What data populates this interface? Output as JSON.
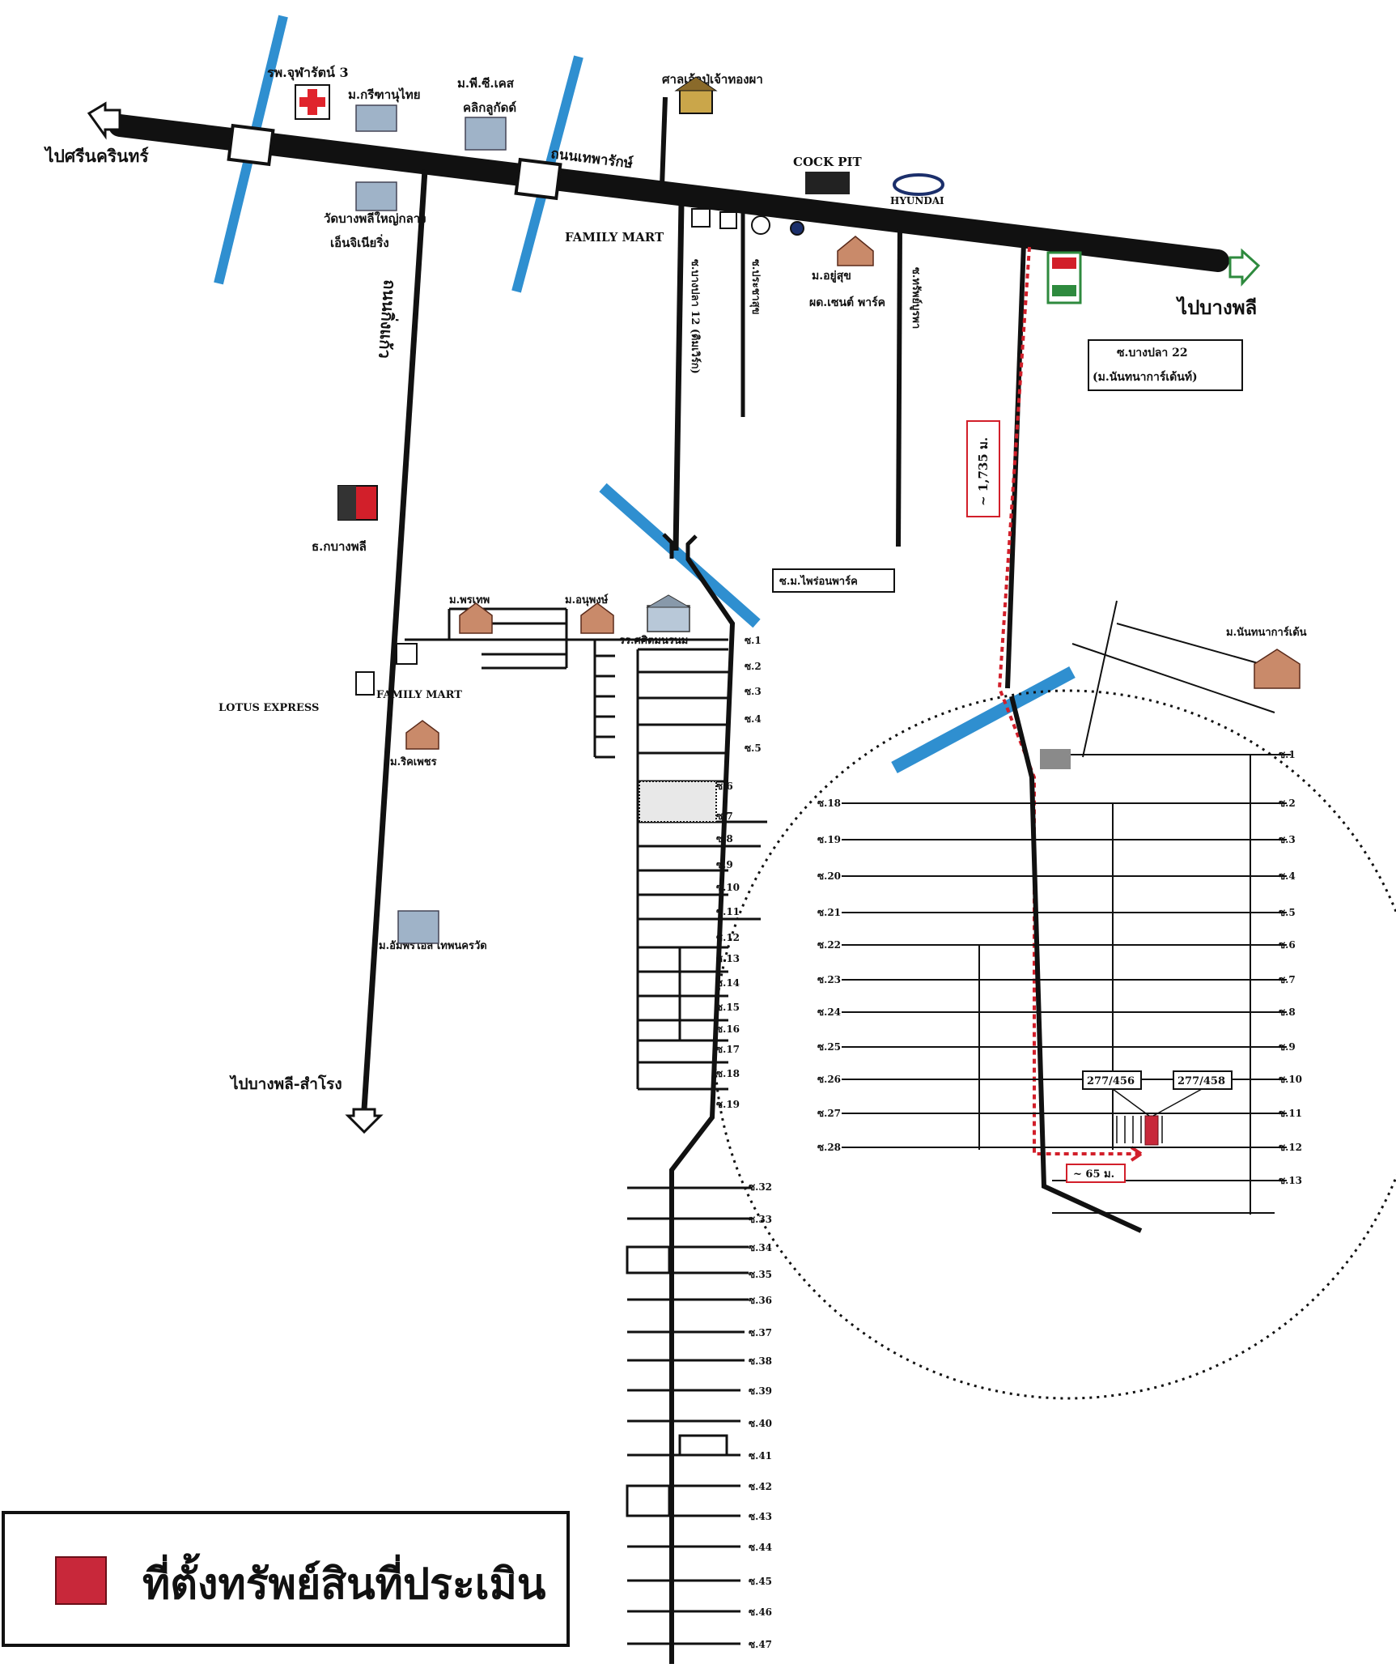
{
  "colors": {
    "road": "#111111",
    "river": "#2f8fd0",
    "route": "#d21f2a",
    "property": "#c8283a",
    "seven_eleven_green": "#2e8a3e",
    "seven_eleven_red": "#d21f2a",
    "hospital_red": "#e0242c"
  },
  "labels": {
    "to_srinakarin": "ไปศรีนครินทร์",
    "to_bangphli": "ไปบางพลี",
    "to_bangphli_samrong": "ไปบางพลี-สำโรง",
    "hospital": "รพ.จุฬารัตน์ 3",
    "village_top1": "ม.กรีฑานุไทย",
    "village_top2": "ม.พี.ซี.เคส",
    "village_top2b": "คลิกลูกัดด์",
    "shrine": "ศาลเจ้าปู่เจ้าทองผา",
    "thepharak_road": "ถนนเทพารักษ์",
    "kingkaew_road": "ถนนกิ่งแก้ว",
    "cockpit": "COCK PIT",
    "hyundai": "HYUNDAI",
    "school": "วัดบางพลีใหญ่กลาง",
    "school2": "เอ็นจิเนียริ่ง",
    "family_mart": "FAMILY MART",
    "family_mart2": "FAMILY MART",
    "lotus": "LOTUS EXPRESS",
    "soi_bangpla_12": "ซ.บางปลา 12 (ติมเวิร์ก)",
    "soi_small": "ซ.ประชาสุข",
    "village_mid": "ม.อยู่สุข",
    "village_mid2": "ผด.เซนต์ พาร์ค",
    "soi_right": "ซ.ทรัพย์บูรพา",
    "soi_bangpla_22": "ซ.บางปลา 22",
    "soi_bangpla_22b": "(ม.นันทนาการ์เด้นท์)",
    "dist_1735": "~ 1,735 ม.",
    "dist_65": "~ 65 ม.",
    "bank": "ธ.กบางพลี",
    "village_1": "ม.พรเทพ",
    "village_2": "ม.อนุพงษ์",
    "school3": "รร.ศศิตมนรนม",
    "soi_mainpark": "ซ.ม.ไพร่อนพาร์ค",
    "village_nan": "ม.นันทนาการ์เด้น",
    "village_rick": "ม.ริคเพชร",
    "village_amp": "ม.อัมพรไอส์ เทพนครวัด",
    "plot1": "277/456",
    "plot2": "277/458"
  },
  "soi_left": [
    "ซ.1",
    "ซ.2",
    "ซ.3",
    "ซ.4",
    "ซ.5",
    "ซ.6",
    "ซ.7",
    "ซ.8",
    "ซ.9",
    "ซ.10",
    "ซ.11",
    "ซ.12",
    "ซ.13",
    "ซ.14",
    "ซ.15",
    "ซ.16",
    "ซ.17",
    "ซ.18",
    "ซ.19"
  ],
  "soi_lower": [
    "ซ.32",
    "ซ.33",
    "ซ.34",
    "ซ.35",
    "ซ.36",
    "ซ.37",
    "ซ.38",
    "ซ.39",
    "ซ.40",
    "ซ.41",
    "ซ.42",
    "ซ.43",
    "ซ.44",
    "ซ.45",
    "ซ.46",
    "ซ.47"
  ],
  "inset_left": [
    "ซ.18",
    "ซ.19",
    "ซ.20",
    "ซ.21",
    "ซ.22",
    "ซ.23",
    "ซ.24",
    "ซ.25",
    "ซ.26",
    "ซ.27",
    "ซ.28"
  ],
  "inset_right": [
    "ซ.1",
    "ซ.2",
    "ซ.3",
    "ซ.4",
    "ซ.5",
    "ซ.6",
    "ซ.7",
    "ซ.8",
    "ซ.9",
    "ซ.10",
    "ซ.11",
    "ซ.12",
    "ซ.13"
  ],
  "legend": {
    "text": "ที่ตั้งทรัพย์สินที่ประเมิน"
  }
}
